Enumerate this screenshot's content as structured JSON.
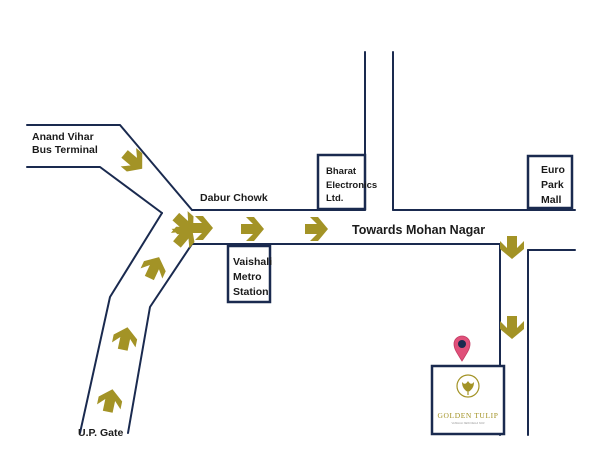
{
  "map": {
    "labels": {
      "anand_vihar_1": "Anand Vihar",
      "anand_vihar_2": "Bus Terminal",
      "dabur_chowk": "Dabur Chowk",
      "towards": "Towards Mohan Nagar",
      "up_gate": "U.P. Gate"
    },
    "landmarks": {
      "bharat": [
        "Bharat",
        "Electronics",
        "Ltd."
      ],
      "euro": [
        "Euro",
        "Park",
        "Mall"
      ],
      "vaishali": [
        "Vaishali",
        "Metro",
        "Station"
      ]
    },
    "hotel": {
      "name": "GOLDEN TULIP",
      "tagline": "VAISHALI NEW DELHI NCR"
    },
    "colors": {
      "road": "#1a2a4f",
      "arrow": "#a39326",
      "pin": "#e0507a",
      "pin_dot": "#1a2a4f"
    },
    "icons": [
      "direction-arrow-icon",
      "location-pin-icon",
      "tulip-logo-icon"
    ]
  }
}
